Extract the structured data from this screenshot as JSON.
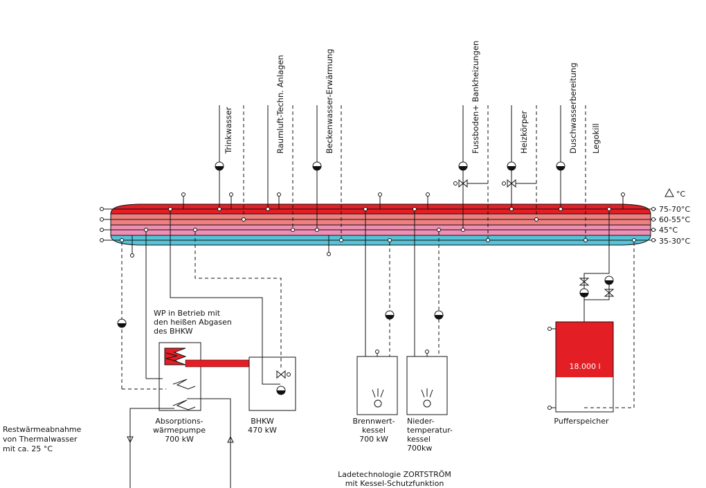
{
  "colors": {
    "hot": "#e31e24",
    "warm": "#ee7f7f",
    "mid": "#ee8fb4",
    "cold": "#56c3d6",
    "line": "#111111"
  },
  "consumers": [
    "Trinkwasser",
    "Raumluft-Techn. Anlagen",
    "Beckenwasser-Erwärmung",
    "Fussboden+ Bankheizungen",
    "Heizkörper",
    "Duschwasserbereitung",
    "Legokill"
  ],
  "delta_label": "°C",
  "zones": [
    "75-70°C",
    "60-55°C",
    "45°C",
    "35-30°C"
  ],
  "wp_note": [
    "WP in Betrieb mit",
    "den heißen Abgasen",
    "des BHKW"
  ],
  "units": {
    "absorption": [
      "Absorptions-",
      "wärmepumpe",
      "700 kW"
    ],
    "bhkw": [
      "BHKW",
      "470 kW"
    ],
    "brennwert": [
      "Brennwert-",
      "kessel",
      "700 kW"
    ],
    "nieder": [
      "Nieder-",
      "temperatur-",
      "kessel",
      "700kw"
    ],
    "puffer": "Pufferspeicher",
    "puffer_volume": "18.000 l"
  },
  "waste_heat": [
    "Restwärmeabnahme",
    "von Thermalwasser",
    "mit ca. 25 °C"
  ],
  "footer": [
    "Ladetechnologie ZORTSTRÖM",
    "mit Kessel-Schutzfunktion"
  ]
}
